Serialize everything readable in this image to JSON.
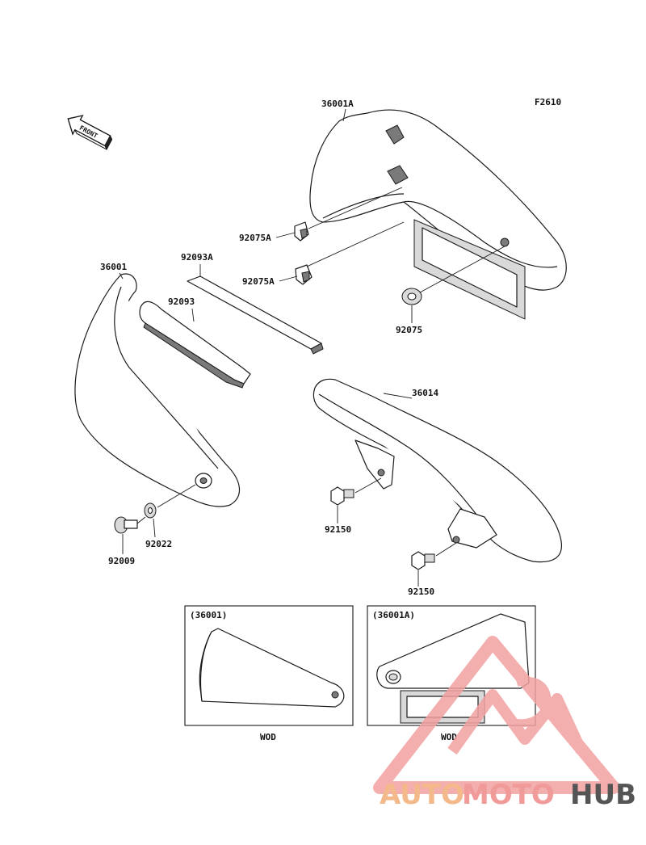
{
  "figure_code": "F2610",
  "front_indicator": "FRONT",
  "parts": {
    "p36001A": "36001A",
    "p92075A_1": "92075A",
    "p92075A_2": "92075A",
    "p92075": "92075",
    "p92093A": "92093A",
    "p36001": "36001",
    "p92093": "92093",
    "p36014": "36014",
    "p92150_1": "92150",
    "p92150_2": "92150",
    "p92022": "92022",
    "p92009": "92009"
  },
  "insets": [
    {
      "title": "(36001)",
      "caption": "WOD"
    },
    {
      "title": "(36001A)",
      "caption": "WOD"
    }
  ],
  "watermark": {
    "part1": "AUTO",
    "part2": "MOTO",
    "part3": "HUB",
    "color1": "#f4b98a",
    "color2": "#f19a9a",
    "color3": "#555555"
  }
}
